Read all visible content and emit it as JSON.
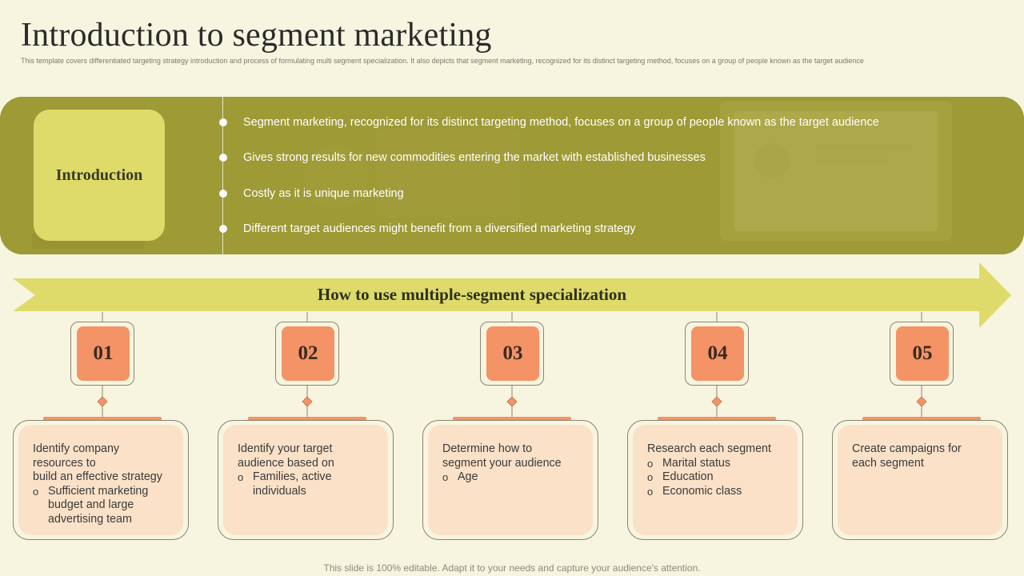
{
  "page": {
    "title": "Introduction to segment marketing",
    "subtitle": "This template covers differentiated targeting strategy introduction and process of formulating multi segment specialization. It also depicts that segment marketing, recognized for its distinct targeting method, focuses on a group of people known as the target audience",
    "footer": "This slide is 100% editable. Adapt it to your needs and capture your audience's attention."
  },
  "intro": {
    "label": "Introduction",
    "bullets": [
      "Segment marketing, recognized for its distinct targeting method, focuses on a group of people known as the target audience",
      "Gives strong results for new commodities entering the market with established businesses",
      "Costly as it is unique marketing",
      "Different target audiences might benefit from a diversified marketing strategy"
    ]
  },
  "process": {
    "heading": "How to use multiple-segment  specialization",
    "steps": [
      {
        "number": "01",
        "text": "Identify company\nresources to\nbuild an effective strategy",
        "items": [
          "Sufficient marketing\nbudget and large\nadvertising team"
        ]
      },
      {
        "number": "02",
        "text": "Identify your target\naudience based on",
        "items": [
          "Families, active\nindividuals"
        ]
      },
      {
        "number": "03",
        "text": "Determine how to\nsegment your audience",
        "items": [
          "Age"
        ]
      },
      {
        "number": "04",
        "text": "Research each segment",
        "items": [
          "Marital status",
          "Education",
          "Economic class"
        ]
      },
      {
        "number": "05",
        "text": "Create campaigns for\neach segment",
        "items": []
      }
    ]
  },
  "colors": {
    "background": "#f7f5e0",
    "band": "#9e9a35",
    "intro_box": "#dedb6a",
    "arrow": "#dedb6a",
    "number_box": "#f39366",
    "card": "#fbe1c8"
  },
  "icons": {
    "bullet_marker": "dot",
    "list_marker": "o"
  }
}
